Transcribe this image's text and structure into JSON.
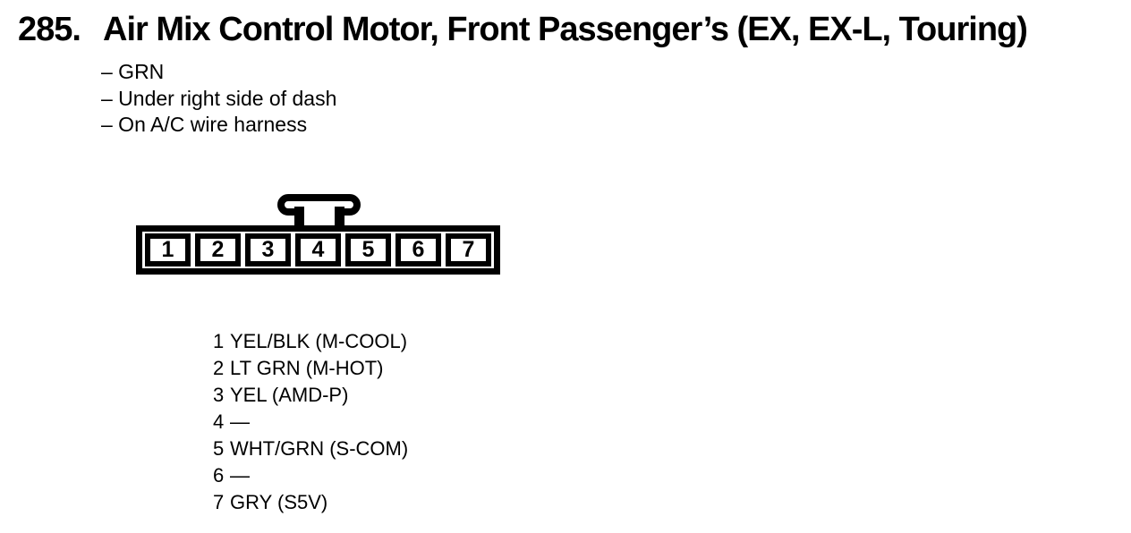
{
  "page": {
    "number": "285.",
    "title": "Air Mix Control Motor, Front Passenger’s (EX, EX-L, Touring)",
    "notes": [
      "– GRN",
      "– Under right side of dash",
      "– On A/C wire harness"
    ]
  },
  "connector": {
    "pins": [
      "1",
      "2",
      "3",
      "4",
      "5",
      "6",
      "7"
    ]
  },
  "pinout": [
    {
      "pin": "1",
      "label": "YEL/BLK (M-COOL)"
    },
    {
      "pin": "2",
      "label": "LT GRN (M-HOT)"
    },
    {
      "pin": "3",
      "label": "YEL (AMD-P)"
    },
    {
      "pin": "4",
      "label": "—"
    },
    {
      "pin": "5",
      "label": "WHT/GRN (S-COM)"
    },
    {
      "pin": "6",
      "label": "—"
    },
    {
      "pin": "7",
      "label": "GRY (S5V)"
    }
  ],
  "colors": {
    "ink": "#000000",
    "background": "#ffffff"
  }
}
